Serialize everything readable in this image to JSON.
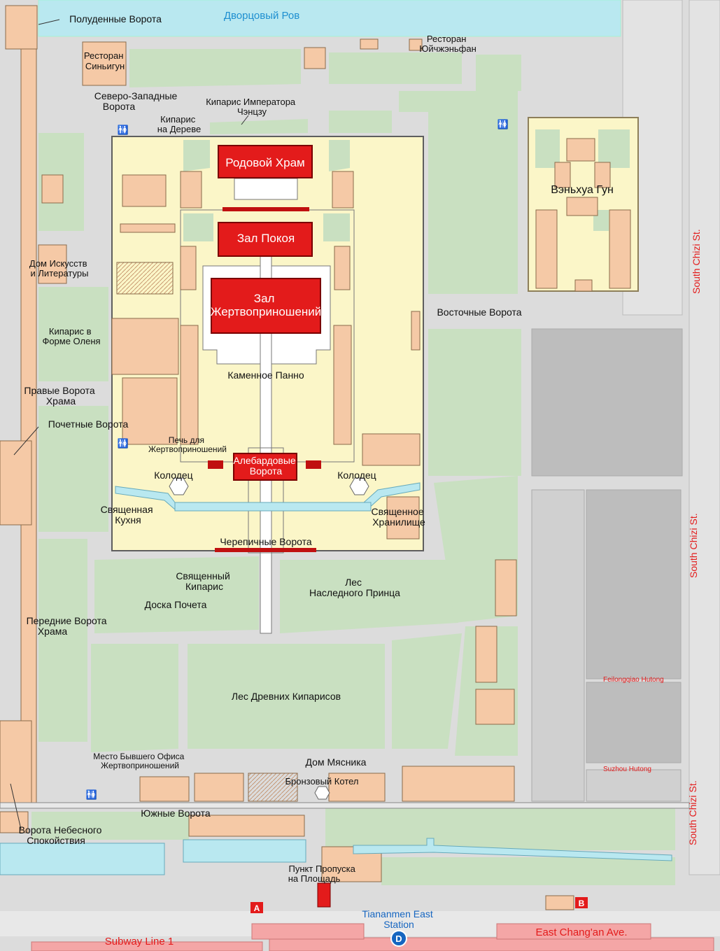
{
  "water": {
    "moat": "Дворцовый Ров"
  },
  "colors": {
    "background": "#dcdcdc",
    "green": "#c9e0c1",
    "courtyard": "#fbf6c8",
    "building": "#f5c9a6",
    "main_hall": "#e31b1b",
    "water": "#b9e8f0",
    "water_text": "#1e8fd0",
    "road_label": "#e31b1b",
    "metro_line": "#f4a6a6"
  },
  "labels": {
    "meridian_gate": "Полуденные Ворота",
    "restaurant_xinyigun": "Ресторан\nСиньигун",
    "restaurant_yuzhenfan": "Ресторан\nЮйчжэньфан",
    "northwest_gate": "Северо-Западные\nВорота",
    "cypress_chengzu": "Кипарис Императора\nЧэнцзу",
    "cypress_on_tree": "Кипарис\nна Дереве",
    "ancestral_temple": "Родовой Храм",
    "wenhua_gong": "Вэньхуа Гун",
    "hall_of_rest": "Зал Покоя",
    "hall_of_sacrifices": "Зал\nЖертвоприношений",
    "house_of_arts": "Дом Искусств\nи Литературы",
    "east_gate": "Восточные Ворота",
    "deer_cypress": "Кипарис в\nФорме Оленя",
    "stone_panel": "Каменное Панно",
    "right_temple_gate": "Правые Ворота\nХрама",
    "honor_gate": "Почетные Ворота",
    "sacrifice_furnace": "Печь для\nЖертвоприношений",
    "halberd_gate": "Алебардовые\nВорота",
    "well_left": "Колодец",
    "well_right": "Колодец",
    "sacred_kitchen": "Священная\nКухня",
    "sacred_storehouse": "Священное\nХранилище",
    "tile_gate": "Черепичные Ворота",
    "sacred_cypress": "Священный\nКипарис",
    "crown_prince_forest": "Лес\nНаследного Принца",
    "board_of_honor": "Доска Почета",
    "front_temple_gate": "Передние Ворота\nХрама",
    "ancient_cypress_forest": "Лес Древних Кипарисов",
    "former_sacrifice_office": "Место Бывшего Офиса\nЖертвоприношений",
    "butcher_house": "Дом Мясника",
    "bronze_cauldron": "Бронзовый Котел",
    "south_gate": "Южные Ворота",
    "tiananmen_gate": "Ворота Небесного\nСпокойствия",
    "square_checkpoint": "Пункт Пропуска\nна Площадь"
  },
  "streets": {
    "south_chizi_1": "South Chizi St.",
    "south_chizi_2": "South Chizi St.",
    "south_chizi_3": "South Chizi St.",
    "feilongqiao": "Feilongqiao Hutong",
    "suzhou": "Suzhou Hutong",
    "east_changan": "East Chang'an Ave.",
    "subway": "Subway Line 1"
  },
  "metro": {
    "station": "Tiananmen East\nStation",
    "exit_a": "A",
    "exit_b": "B"
  }
}
